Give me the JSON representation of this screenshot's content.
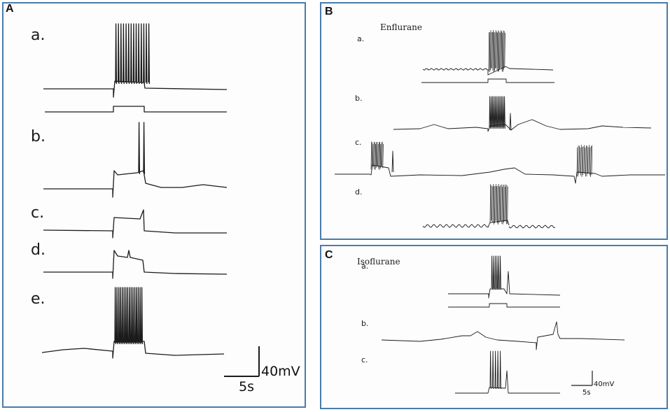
{
  "panels": {
    "A": {
      "letter": "A",
      "traces": [
        "a.",
        "b.",
        "c.",
        "d.",
        "e."
      ],
      "scale": {
        "voltage": "40mV",
        "time": "5s"
      }
    },
    "B": {
      "letter": "B",
      "drug": "Enflurane",
      "traces": [
        "a.",
        "b.",
        "c.",
        "d."
      ]
    },
    "C": {
      "letter": "C",
      "drug": "Isoflurane",
      "traces": [
        "a.",
        "b.",
        "c."
      ],
      "scale": {
        "voltage": "40mV",
        "time": "5s"
      }
    }
  },
  "colors": {
    "frame": "#4a7bab",
    "ink": "#1b1b1b"
  }
}
